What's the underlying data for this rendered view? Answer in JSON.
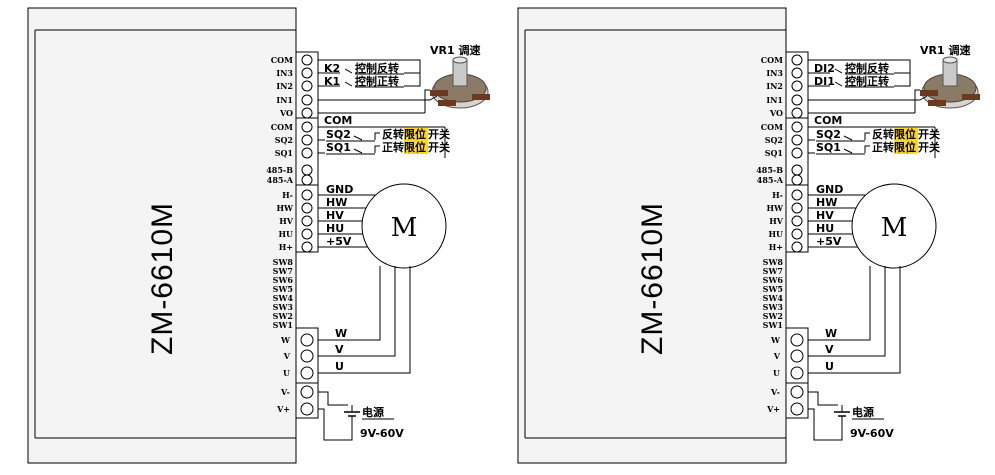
{
  "colors": {
    "line": "#000000",
    "panel": "#f4f4f4",
    "highlight": "#ffd400",
    "pot_brown": "#6b3a1e"
  },
  "diagrams": [
    {
      "model": "ZM-6610M",
      "pot_label": "VR1 调速",
      "terminals_top": [
        "COM",
        "IN3",
        "IN2",
        "IN1",
        "VO",
        "COM",
        "SQ2",
        "SQ1",
        "485-B",
        "485-A",
        "H-",
        "HW",
        "HV",
        "HU",
        "H+"
      ],
      "switches": [
        "SW8",
        "SW7",
        "SW6",
        "SW5",
        "SW4",
        "SW3",
        "SW2",
        "SW1"
      ],
      "terminals_bottom": [
        "W",
        "V",
        "U",
        "V-",
        "V+"
      ],
      "ctrl": [
        {
          "tag": "K2",
          "text": "控制反转"
        },
        {
          "tag": "K1",
          "text": "控制正转"
        }
      ],
      "com_label": "COM",
      "limits": [
        {
          "tag": "SQ2",
          "pre": "反转",
          "hl": "限位",
          "post": "开关"
        },
        {
          "tag": "SQ1",
          "pre": "正转",
          "hl": "限位",
          "post": "开关"
        }
      ],
      "hall": [
        "GND",
        "HW",
        "HV",
        "HU",
        "+5V"
      ],
      "motor": "M",
      "phases": [
        "W",
        "V",
        "U"
      ],
      "power": {
        "label": "电源",
        "range": "9V-60V"
      }
    },
    {
      "model": "ZM-6610M",
      "pot_label": "VR1 调速",
      "terminals_top": [
        "COM",
        "IN3",
        "IN2",
        "IN1",
        "VO",
        "COM",
        "SQ2",
        "SQ1",
        "485-B",
        "485-A",
        "H-",
        "HW",
        "HV",
        "HU",
        "H+"
      ],
      "switches": [
        "SW8",
        "SW7",
        "SW6",
        "SW5",
        "SW4",
        "SW3",
        "SW2",
        "SW1"
      ],
      "terminals_bottom": [
        "W",
        "V",
        "U",
        "V-",
        "V+"
      ],
      "ctrl": [
        {
          "tag": "DI2",
          "text": "控制反转"
        },
        {
          "tag": "DI1",
          "text": "控制正转"
        }
      ],
      "com_label": "COM",
      "limits": [
        {
          "tag": "SQ2",
          "pre": "反转",
          "hl": "限位",
          "post": "开关"
        },
        {
          "tag": "SQ1",
          "pre": "正转",
          "hl": "限位",
          "post": "开关"
        }
      ],
      "hall": [
        "GND",
        "HW",
        "HV",
        "HU",
        "+5V"
      ],
      "motor": "M",
      "phases": [
        "W",
        "V",
        "U"
      ],
      "power": {
        "label": "电源",
        "range": "9V-60V"
      }
    }
  ]
}
